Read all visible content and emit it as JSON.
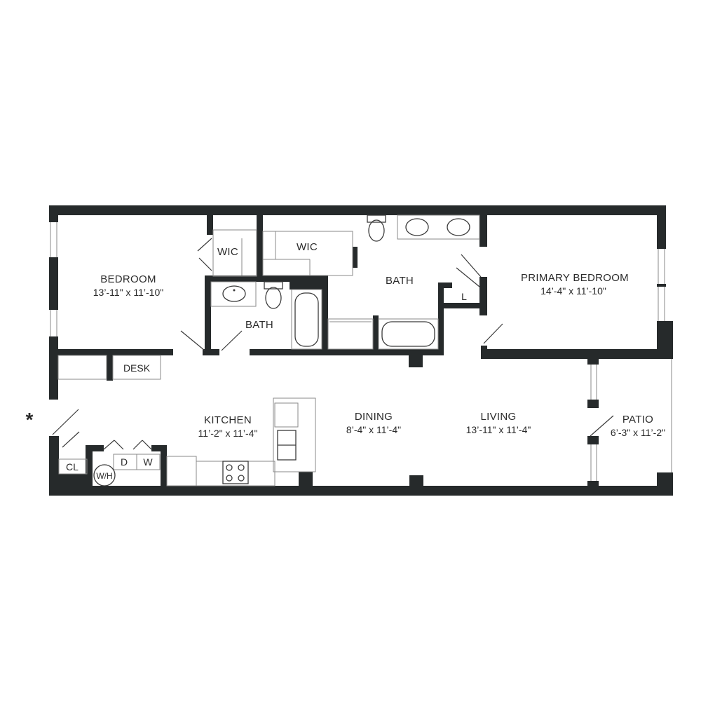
{
  "floor_plan": {
    "entry_marker": "*",
    "rooms": [
      {
        "key": "bedroom",
        "name": "BEDROOM",
        "dims": "13’-11\" x 11’-10\""
      },
      {
        "key": "wic1",
        "name": "WIC",
        "dims": ""
      },
      {
        "key": "wic2",
        "name": "WIC",
        "dims": ""
      },
      {
        "key": "bath1",
        "name": "BATH",
        "dims": ""
      },
      {
        "key": "bath2",
        "name": "BATH",
        "dims": ""
      },
      {
        "key": "primary",
        "name": "PRIMARY BEDROOM",
        "dims": "14’-4\" x 11’-10\""
      },
      {
        "key": "kitchen",
        "name": "KITCHEN",
        "dims": "11’-2\" x 11’-4\""
      },
      {
        "key": "dining",
        "name": "DINING",
        "dims": "8’-4\" x 11’-4\""
      },
      {
        "key": "living",
        "name": "LIVING",
        "dims": "13’-11\" x 11’-4\""
      },
      {
        "key": "patio",
        "name": "PATIO",
        "dims": "6’-3\" x 11’-2\""
      }
    ],
    "fixtures": {
      "desk": "DESK",
      "linen": "L",
      "closet": "CL",
      "dryer": "D",
      "washer": "W",
      "water_heater": "W/H"
    }
  }
}
